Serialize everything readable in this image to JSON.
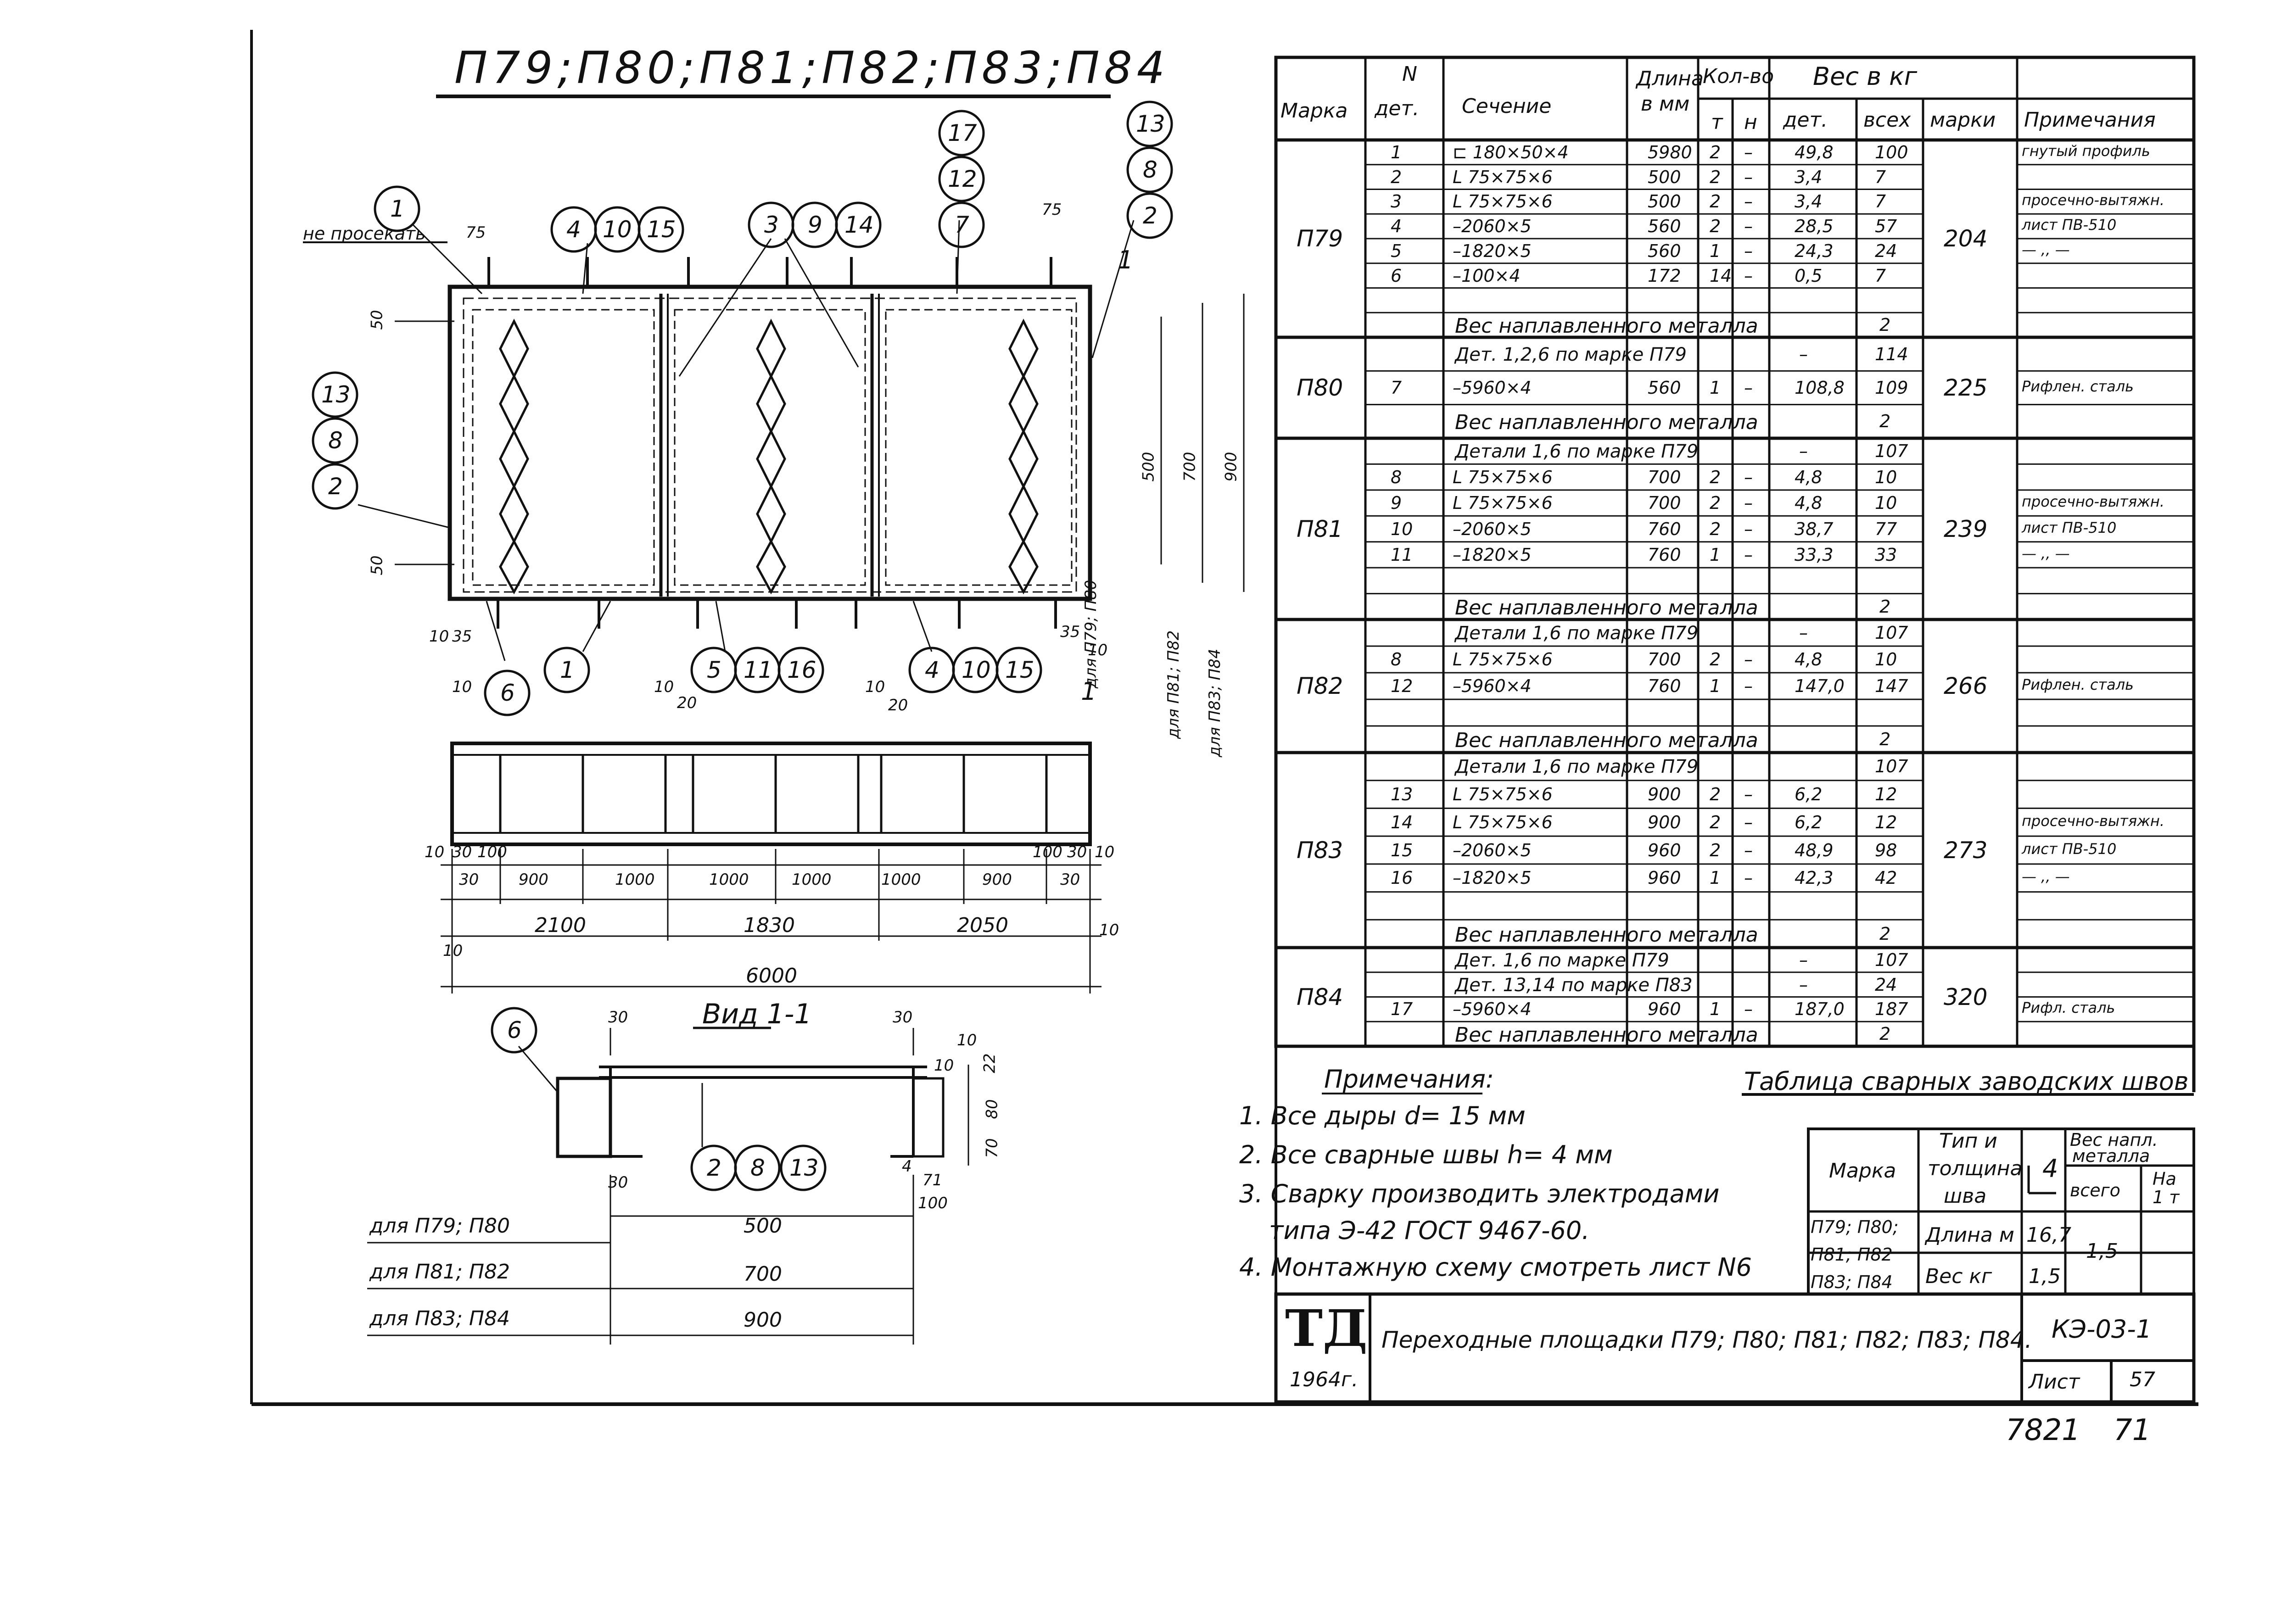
{
  "drawing_title": "П79;П80;П81;П82;П83;П84",
  "plan_labels": {
    "no_cut": "не просекать",
    "callouts_top": [
      "1",
      "4",
      "10",
      "15",
      "3",
      "9",
      "14",
      "17",
      "12",
      "7",
      "13",
      "8",
      "2"
    ],
    "callouts_left": [
      "13",
      "8",
      "2"
    ],
    "callouts_bottom": [
      "6",
      "1",
      "5",
      "11",
      "16",
      "4",
      "10",
      "15"
    ],
    "dims_side": [
      "50",
      "500",
      "700",
      "900",
      "50"
    ],
    "dims_top": [
      "75",
      "75"
    ],
    "dims_misc": [
      "10",
      "35",
      "35",
      "10",
      "10",
      "10",
      "20",
      "10",
      "20",
      "1",
      "1"
    ],
    "vertical_notes": [
      "для П79; П80",
      "для П81; П82",
      "для П83; П84"
    ]
  },
  "elevation_dims": {
    "row1": [
      "10",
      "30",
      "100",
      "100",
      "30",
      "10"
    ],
    "row2": [
      "30",
      "900",
      "1000",
      "1000",
      "1000",
      "1000",
      "900",
      "30"
    ],
    "row3": [
      "2100",
      "1830",
      "2050",
      "10"
    ],
    "row4": [
      "10",
      "6000"
    ]
  },
  "view": {
    "title": "Вид 1-1",
    "dims": [
      "30",
      "30",
      "30",
      "10",
      "10",
      "22",
      "80",
      "70",
      "4",
      "71",
      "100"
    ],
    "callouts": [
      "6",
      "2",
      "8",
      "13"
    ],
    "width_rows": [
      {
        "label": "для П79; П80",
        "value": "500"
      },
      {
        "label": "для П81; П82",
        "value": "700"
      },
      {
        "label": "для П83; П84",
        "value": "900"
      }
    ]
  },
  "notes": {
    "title": "Примечания:",
    "items": [
      "1. Все дыры d= 15 мм",
      "2. Все сварные швы h= 4 мм",
      "3. Сварку производить электродами",
      "типа Э-42 ГОСТ 9467-60.",
      "4. Монтажную схему смотреть лист N6"
    ]
  },
  "spec_table": {
    "headers": {
      "mark": "Марка",
      "det_n": "N",
      "det": "дет.",
      "section": "Сечение",
      "length": "Длина",
      "length_unit": "в мм",
      "qty": "Кол-во",
      "qty_t": "т",
      "qty_n": "н",
      "weight": "Вес в кг",
      "w_det": "дет.",
      "w_all": "всех",
      "w_mark": "марки",
      "remarks": "Примечания"
    },
    "groups": [
      {
        "mark": "П79",
        "total": "204",
        "rows": [
          {
            "det": "1",
            "sec": "⊏ 180×50×4",
            "len": "5980",
            "t": "2",
            "n": "–",
            "wd": "49,8",
            "wa": "100",
            "rem": "гнутый профиль"
          },
          {
            "det": "2",
            "sec": "L 75×75×6",
            "len": "500",
            "t": "2",
            "n": "–",
            "wd": "3,4",
            "wa": "7",
            "rem": ""
          },
          {
            "det": "3",
            "sec": "L 75×75×6",
            "len": "500",
            "t": "2",
            "n": "–",
            "wd": "3,4",
            "wa": "7",
            "rem": "просечно-вытяжн."
          },
          {
            "det": "4",
            "sec": "–2060×5",
            "len": "560",
            "t": "2",
            "n": "–",
            "wd": "28,5",
            "wa": "57",
            "rem": "лист ПВ-510"
          },
          {
            "det": "5",
            "sec": "–1820×5",
            "len": "560",
            "t": "1",
            "n": "–",
            "wd": "24,3",
            "wa": "24",
            "rem": "— ,, —"
          },
          {
            "det": "6",
            "sec": "–100×4",
            "len": "172",
            "t": "14",
            "n": "–",
            "wd": "0,5",
            "wa": "7",
            "rem": ""
          },
          {
            "det": "",
            "sec": "",
            "len": "",
            "t": "",
            "n": "",
            "wd": "",
            "wa": "",
            "rem": ""
          },
          {
            "sum": "Вес наплавленного металла",
            "wa": "2"
          }
        ]
      },
      {
        "mark": "П80",
        "total": "225",
        "rows": [
          {
            "span": "Дет. 1,2,6 по марке П79",
            "wd": "–",
            "wa": "114"
          },
          {
            "det": "7",
            "sec": "–5960×4",
            "len": "560",
            "t": "1",
            "n": "–",
            "wd": "108,8",
            "wa": "109",
            "rem": "Рифлен. сталь"
          },
          {
            "sum": "Вес наплавленного металла",
            "wa": "2"
          }
        ]
      },
      {
        "mark": "П81",
        "total": "239",
        "rows": [
          {
            "span": "Детали 1,6 по марке П79",
            "wd": "–",
            "wa": "107"
          },
          {
            "det": "8",
            "sec": "L 75×75×6",
            "len": "700",
            "t": "2",
            "n": "–",
            "wd": "4,8",
            "wa": "10",
            "rem": ""
          },
          {
            "det": "9",
            "sec": "L 75×75×6",
            "len": "700",
            "t": "2",
            "n": "–",
            "wd": "4,8",
            "wa": "10",
            "rem": "просечно-вытяжн."
          },
          {
            "det": "10",
            "sec": "–2060×5",
            "len": "760",
            "t": "2",
            "n": "–",
            "wd": "38,7",
            "wa": "77",
            "rem": "лист ПВ-510"
          },
          {
            "det": "11",
            "sec": "–1820×5",
            "len": "760",
            "t": "1",
            "n": "–",
            "wd": "33,3",
            "wa": "33",
            "rem": "— ,, —"
          },
          {
            "det": "",
            "sec": "",
            "len": "",
            "t": "",
            "n": "",
            "wd": "",
            "wa": "",
            "rem": ""
          },
          {
            "sum": "Вес наплавленного металла",
            "wa": "2"
          }
        ]
      },
      {
        "mark": "П82",
        "total": "266",
        "rows": [
          {
            "span": "Детали 1,6 по марке П79",
            "wd": "–",
            "wa": "107"
          },
          {
            "det": "8",
            "sec": "L 75×75×6",
            "len": "700",
            "t": "2",
            "n": "–",
            "wd": "4,8",
            "wa": "10",
            "rem": ""
          },
          {
            "det": "12",
            "sec": "–5960×4",
            "len": "760",
            "t": "1",
            "n": "–",
            "wd": "147,0",
            "wa": "147",
            "rem": "Рифлен. сталь"
          },
          {
            "det": "",
            "sec": "",
            "len": "",
            "t": "",
            "n": "",
            "wd": "",
            "wa": "",
            "rem": ""
          },
          {
            "sum": "Вес наплавленного металла",
            "wa": "2"
          }
        ]
      },
      {
        "mark": "П83",
        "total": "273",
        "rows": [
          {
            "span": "Детали 1,6 по марке П79",
            "wd": "",
            "wa": "107"
          },
          {
            "det": "13",
            "sec": "L 75×75×6",
            "len": "900",
            "t": "2",
            "n": "–",
            "wd": "6,2",
            "wa": "12",
            "rem": ""
          },
          {
            "det": "14",
            "sec": "L 75×75×6",
            "len": "900",
            "t": "2",
            "n": "–",
            "wd": "6,2",
            "wa": "12",
            "rem": "просечно-вытяжн."
          },
          {
            "det": "15",
            "sec": "–2060×5",
            "len": "960",
            "t": "2",
            "n": "–",
            "wd": "48,9",
            "wa": "98",
            "rem": "лист ПВ-510"
          },
          {
            "det": "16",
            "sec": "–1820×5",
            "len": "960",
            "t": "1",
            "n": "–",
            "wd": "42,3",
            "wa": "42",
            "rem": "— ,, —"
          },
          {
            "det": "",
            "sec": "",
            "len": "",
            "t": "",
            "n": "",
            "wd": "",
            "wa": "",
            "rem": ""
          },
          {
            "sum": "Вес наплавленного металла",
            "wa": "2"
          }
        ]
      },
      {
        "mark": "П84",
        "total": "320",
        "rows": [
          {
            "span": "Дет. 1,6 по марке П79",
            "wd": "–",
            "wa": "107"
          },
          {
            "span": "Дет. 13,14 по марке П83",
            "wd": "–",
            "wa": "24"
          },
          {
            "det": "17",
            "sec": "–5960×4",
            "len": "960",
            "t": "1",
            "n": "–",
            "wd": "187,0",
            "wa": "187",
            "rem": "Рифл. сталь"
          },
          {
            "sum": "Вес наплавленного металла",
            "wa": "2"
          }
        ]
      }
    ]
  },
  "weld_table": {
    "title": "Таблица сварных заводских швов",
    "h_mark": "Марка",
    "h_type": [
      "Тип и",
      "толщина",
      "шва"
    ],
    "h_size": "4",
    "h_weight": [
      "Вес напл.",
      "металла"
    ],
    "h_total": "всего",
    "h_per": [
      "На",
      "1 т"
    ],
    "marks": [
      "П79; П80;",
      "П81; П82",
      "П83; П84"
    ],
    "r1_label": "Длина м",
    "r1_value": "16,7",
    "r2_label": "Вес кг",
    "r2_value": "1,5",
    "total": "1,5"
  },
  "title_block": {
    "logo": "ТД",
    "year": "1964г.",
    "name": "Переходные площадки П79; П80; П81; П82; П83; П84.",
    "code": "КЭ-03-1",
    "sheet_label": "Лист",
    "sheet_no": "57"
  },
  "footer": {
    "archive": "7821",
    "page": "71"
  }
}
